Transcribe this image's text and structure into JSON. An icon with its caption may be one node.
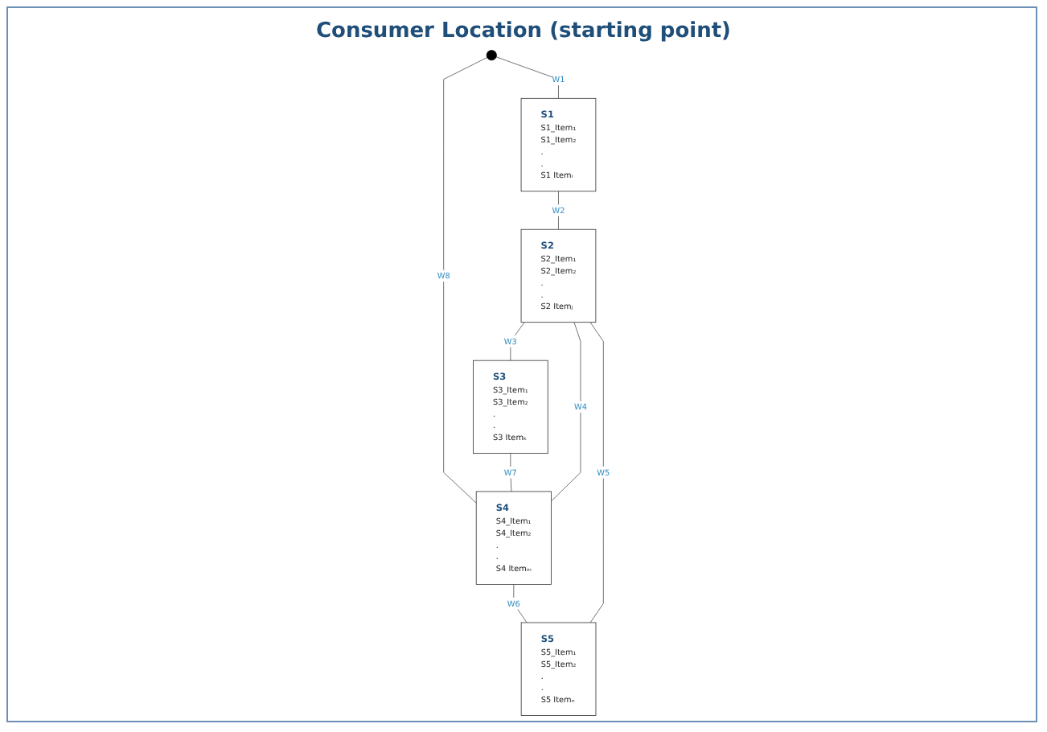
{
  "diagram": {
    "nodes": [
      {
        "text": [],
        "shape": "circle",
        "beside": [
          "Consumer Location (starting point)"
        ]
      },
      {
        "text": [
          "S1",
          "S1_Item₁",
          "S1_Item₂",
          ".",
          ".",
          "S1 Itemᵢ"
        ]
      },
      {
        "text": [
          "S4",
          "S4_Item₁",
          "S4_Item₂",
          ".",
          ".",
          "S4 Itemₘ"
        ]
      },
      {
        "text": [
          "S3",
          "S3_Item₁",
          "S3_Item₂",
          ".",
          ".",
          "S3 Itemₖ"
        ]
      },
      {
        "text": [
          "S2",
          "S2_Item₁",
          "S2_Item₂",
          ".",
          ".",
          "S2 Itemⱼ"
        ]
      },
      {
        "text": [
          "S5",
          "S5_Item₁",
          "S5_Item₂",
          ".",
          ".",
          "S5 Itemₙ"
        ]
      }
    ],
    "edges": [
      {
        "from": 0,
        "to": 1,
        "arrow": "none",
        "label": "W1"
      },
      {
        "from": 0,
        "to": 2,
        "arrow": "none",
        "label": "W8"
      },
      {
        "from": 1,
        "to": 4,
        "arrow": "none",
        "label": "W2"
      },
      {
        "from": 4,
        "to": 3,
        "arrow": "none",
        "label": "W3"
      },
      {
        "from": 3,
        "to": 2,
        "arrow": "none",
        "label": "W7"
      },
      {
        "from": 4,
        "to": 2,
        "arrow": "none",
        "label": "W4"
      },
      {
        "from": 2,
        "to": 5,
        "arrow": "none",
        "label": "W6"
      },
      {
        "from": 4,
        "to": 5,
        "arrow": "none",
        "label": "W5"
      }
    ]
  }
}
